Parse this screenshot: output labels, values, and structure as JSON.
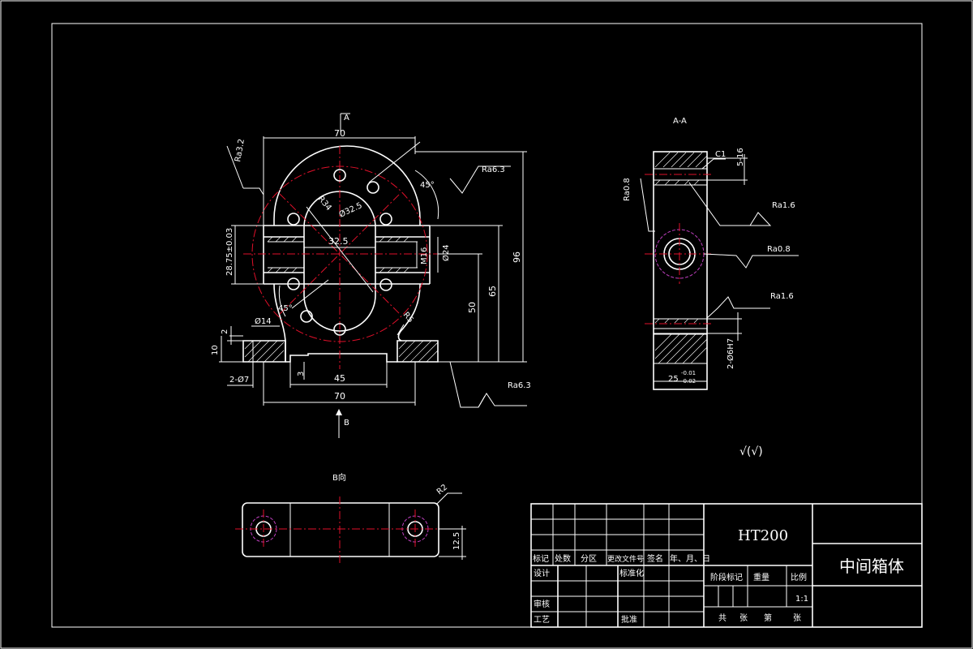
{
  "sheet": {
    "material": "HT200",
    "part_name": "中间箱体",
    "scale": "1:1",
    "roughness_general": "√(√)"
  },
  "front_view": {
    "section_mark_top": "A",
    "section_mark_bottom": "B",
    "dims": {
      "top_width": "70",
      "bottom_width": "70",
      "slot_width": "45",
      "bore_span": "32.5",
      "bore_dia": "Ø32.5",
      "radius": "R34",
      "angle_top": "45°",
      "angle_bottom": "45°",
      "thread": "M16",
      "bore_24": "Ø24",
      "height_28": "28.75±0.03",
      "height_50": "50",
      "height_65": "65",
      "height_96": "96",
      "base_h": "10",
      "base_step": "2",
      "base_hole": "Ø14",
      "mount_holes": "2-Ø7",
      "slot_depth": "3",
      "fillet": "R5"
    },
    "roughness": {
      "left": "Ra3.2",
      "top_right": "Ra6.3",
      "bottom_right": "Ra6.3"
    }
  },
  "section_view": {
    "title": "A-A",
    "dims": {
      "chamfer": "C1",
      "top_h": "5-16",
      "bottom_fit": "2-Ø6H7",
      "width": "25",
      "width_tol_upper": "-0.01",
      "width_tol_lower": "-0.02"
    },
    "roughness": {
      "left": "Ra0.8",
      "r1": "Ra1.6",
      "r2": "Ra0.8",
      "r3": "Ra1.6"
    }
  },
  "b_view": {
    "title": "B向",
    "dims": {
      "radius": "R2",
      "height": "12.5"
    }
  },
  "title_block": {
    "row_labels": [
      "标记",
      "处数",
      "分区",
      "更改文件号",
      "签名",
      "年、月、日"
    ],
    "design": "设计",
    "standardize": "标准化",
    "review": "审核",
    "process": "工艺",
    "approve": "批准",
    "stage_mark": "阶段标记",
    "weight": "重量",
    "scale_label": "比例",
    "sheets_total": "共",
    "sheets_unit": "张",
    "sheet_no": "第",
    "sheet_unit2": "张"
  }
}
